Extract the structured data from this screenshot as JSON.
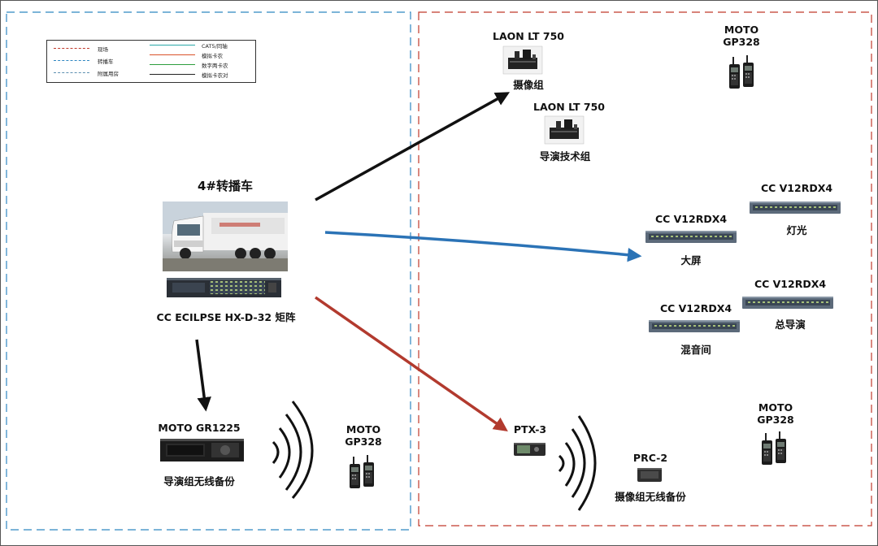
{
  "legend": {
    "zones": [
      "现场",
      "转播车",
      "附属用房"
    ],
    "lines": [
      "CAT5/同轴",
      "模拟卡农",
      "数字两卡农",
      "模拟卡农对"
    ],
    "colors": {
      "zone_site": "#c0392b",
      "zone_ob": "#2e86c1",
      "zone_annex": "#5d8fb0",
      "line_cat5": "#2aa8a8",
      "line_analog": "#d9532b",
      "line_digital": "#2e9e3e",
      "line_analog_pair": "#222222"
    }
  },
  "ob_van": {
    "title": "4#转播车",
    "matrix": "CC ECILPSE HX-D-32  矩阵"
  },
  "camera_group": {
    "model": "LAON LT 750",
    "label": "摄像组"
  },
  "director_tech_group": {
    "model": "LAON LT 750",
    "label": "导演技术组"
  },
  "moto_top": {
    "model": "MOTO\nGP328"
  },
  "lighting": {
    "model": "CC V12RDX4",
    "label": "灯光"
  },
  "screen": {
    "model": "CC V12RDX4",
    "label": "大屏"
  },
  "chief_director": {
    "model": "CC V12RDX4",
    "label": "总导演"
  },
  "mixing": {
    "model": "CC V12RDX4",
    "label": "混音间"
  },
  "moto_right": {
    "model": "MOTO\nGP328"
  },
  "repeater": {
    "model": "MOTO GR1225",
    "label": "导演组无线备份"
  },
  "moto_left": {
    "model": "MOTO\nGP328"
  },
  "ptx": {
    "model": "PTX-3"
  },
  "prc": {
    "model": "PRC-2",
    "label": "摄像组无线备份"
  },
  "arrows": {
    "to_camera": "#111111",
    "to_screen": "#2b73b6",
    "to_ptx": "#b23a2e",
    "to_repeater": "#111111"
  }
}
